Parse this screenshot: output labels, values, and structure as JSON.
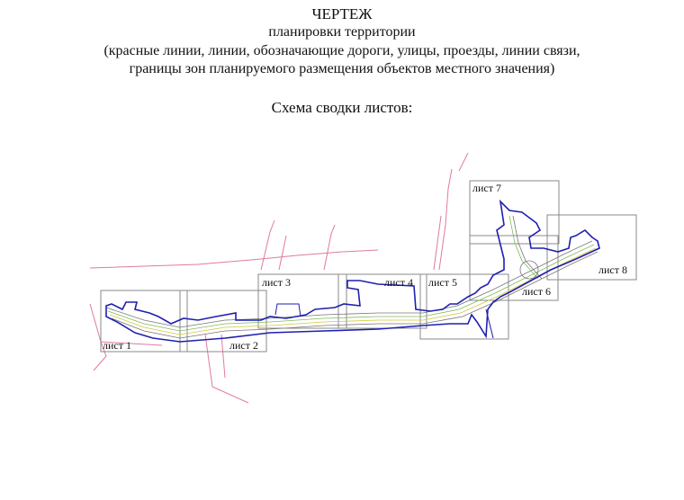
{
  "header": {
    "title": "ЧЕРТЕЖ",
    "subtitle": "планировки территории",
    "description_line1": "(красные линии, линии, обозначающие дороги, улицы, проезды, линии связи,",
    "description_line2": "границы зон планируемого размещения объектов местного значения)",
    "scheme_caption": "Схема сводки листов:"
  },
  "sheets": [
    {
      "id": 1,
      "label": "лист 1"
    },
    {
      "id": 2,
      "label": "лист 2"
    },
    {
      "id": 3,
      "label": "лист 3"
    },
    {
      "id": 4,
      "label": "лист 4"
    },
    {
      "id": 5,
      "label": "лист 5"
    },
    {
      "id": 6,
      "label": "лист 6"
    },
    {
      "id": 7,
      "label": "лист 7"
    },
    {
      "id": 8,
      "label": "лист 8"
    }
  ],
  "colors": {
    "boundary": "#1f1fb0",
    "road_pink": "#e07aa0",
    "sheet_frame": "#8a8a8a",
    "road_green": "#7dbd5a",
    "road_yellow": "#d8c53a",
    "road_gray": "#777777"
  }
}
